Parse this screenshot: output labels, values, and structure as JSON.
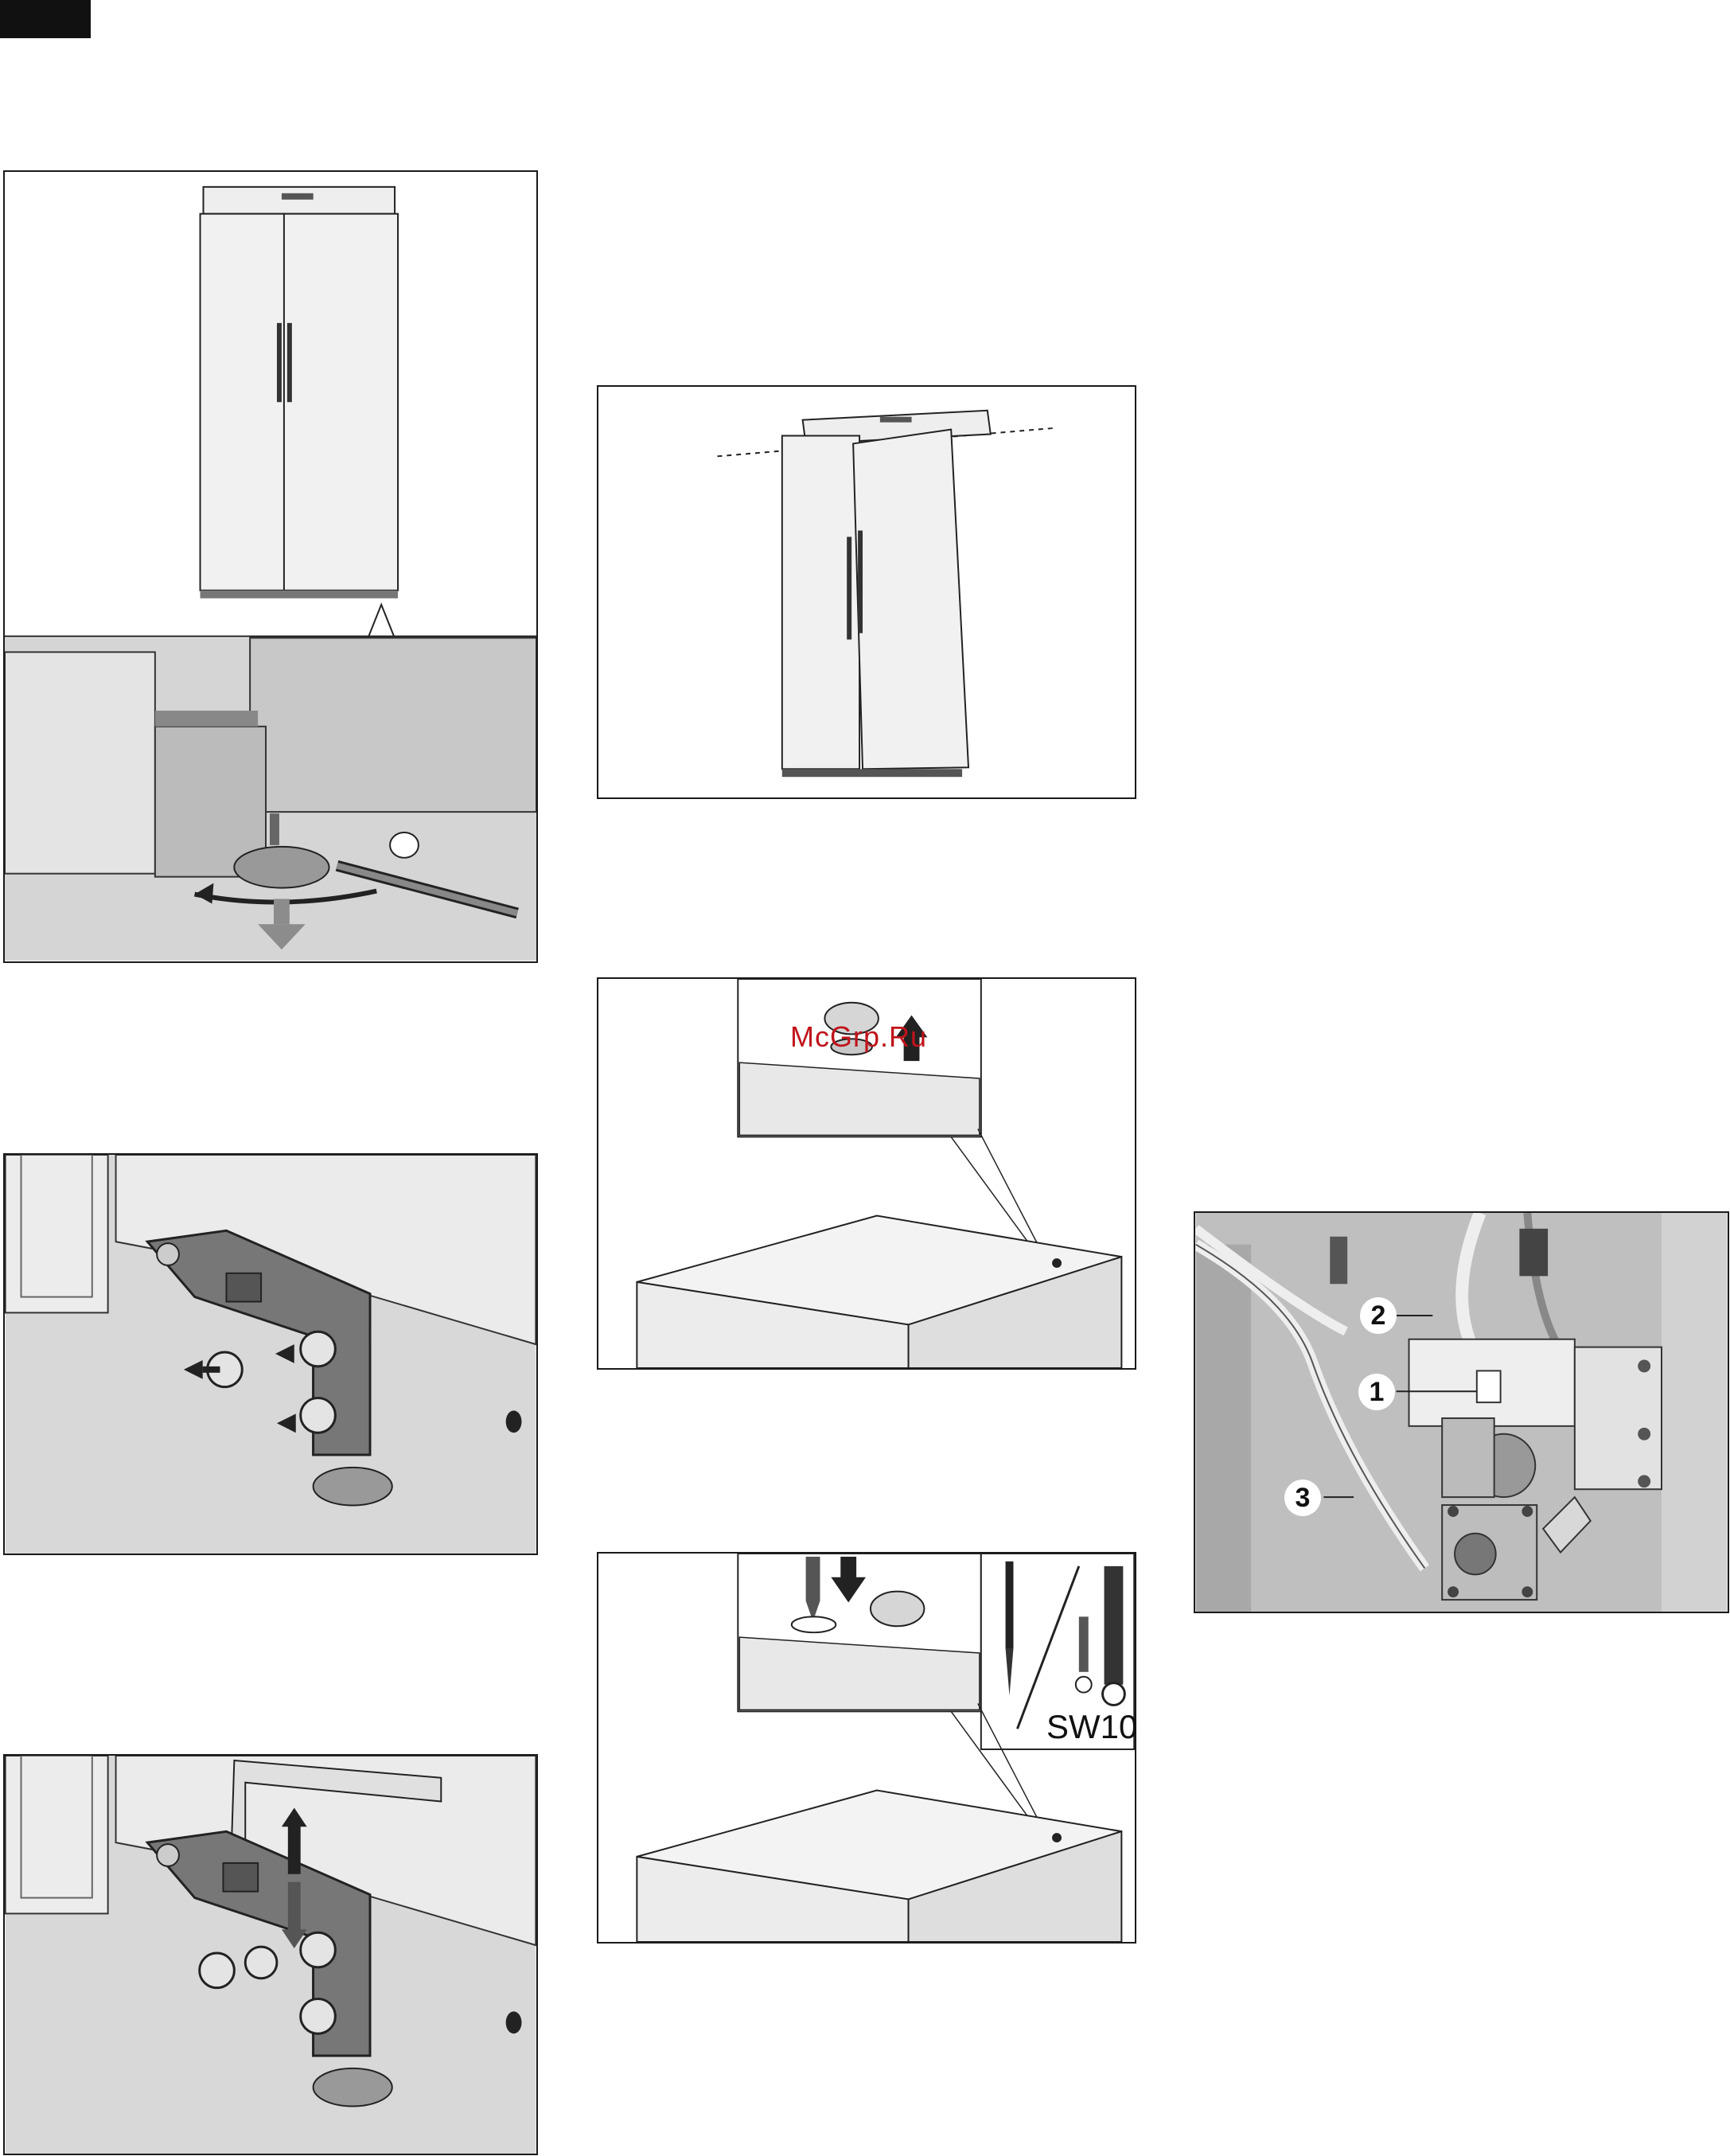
{
  "watermark": {
    "text": "McGrp.Ru"
  },
  "tool_label": {
    "text": "SW10"
  },
  "callouts": {
    "one": "1",
    "two": "2",
    "three": "3"
  },
  "colors": {
    "line": "#1a1a1a",
    "fill_light": "#eeeeee",
    "fill_mid": "#bdbdbd",
    "fill_dark": "#6e6e6e",
    "watermark": "#c0141b"
  }
}
